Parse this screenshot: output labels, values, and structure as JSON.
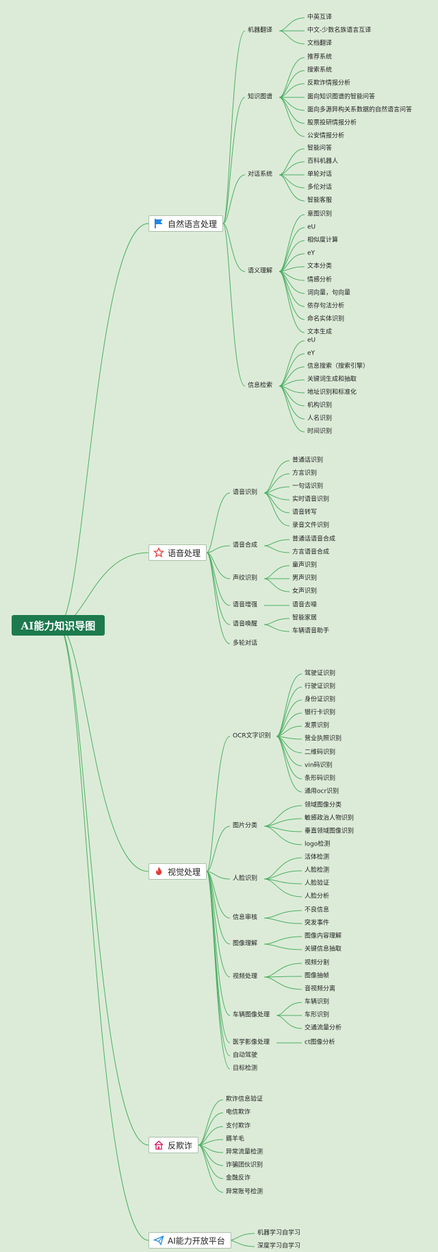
{
  "root": "AI能力知识导图",
  "branches": [
    {
      "label": "自然语言处理",
      "icon": "flag-icon",
      "children": [
        {
          "label": "机器翻译",
          "children": [
            "中英互译",
            "中文-少数名族语言互译",
            "文档翻译"
          ]
        },
        {
          "label": "知识图谱",
          "children": [
            "推荐系统",
            "搜索系统",
            "反欺诈情报分析",
            "面向知识图谱的智能问答",
            "面向多源异构关系数据的自然语言问答",
            "股票投研情报分析",
            "公安情报分析"
          ]
        },
        {
          "label": "对话系统",
          "children": [
            "智能问答",
            "百科机器人",
            "单轮对话",
            "多伦对话",
            "智能客服"
          ]
        },
        {
          "label": "语义理解",
          "children": [
            "意图识别",
            "eU",
            "相似度计算",
            "eY",
            "文本分类",
            "情感分析",
            "词向量，句向量",
            "依存句法分析",
            "命名实体识别",
            "文本生成"
          ]
        },
        {
          "label": "信息检索",
          "children": [
            "eU",
            "eY",
            "信息搜索（搜索引擎）",
            "关键词生成和抽取",
            "地址识别和标准化",
            "机构识别",
            "人名识别",
            "时间识别"
          ]
        }
      ]
    },
    {
      "label": "语音处理",
      "icon": "star-icon",
      "children": [
        {
          "label": "语音识别",
          "children": [
            "普通话识别",
            "方言识别",
            "一句话识别",
            "实时语音识别",
            "语音转写",
            "录音文件识别"
          ]
        },
        {
          "label": "语音合成",
          "children": [
            "普通话语音合成",
            "方言语音合成"
          ]
        },
        {
          "label": "声纹识别",
          "children": [
            "童声识别",
            "男声识别",
            "女声识别"
          ]
        },
        {
          "label": "语音增强",
          "children": [
            "语音去噪"
          ]
        },
        {
          "label": "语音唤醒",
          "children": [
            "智能家居",
            "车辆语音助手"
          ]
        },
        {
          "label": "多轮对话",
          "children": []
        }
      ]
    },
    {
      "label": "视觉处理",
      "icon": "fire-icon",
      "children": [
        {
          "label": "OCR文字识别",
          "children": [
            "驾驶证识别",
            "行驶证识别",
            "身份证识别",
            "银行卡识别",
            "发票识别",
            "营业执照识别",
            "二维码识别",
            "vin码识别",
            "条形码识别",
            "通用ocr识别"
          ]
        },
        {
          "label": "图片分类",
          "children": [
            "领域图像分类",
            "敏感政治人物识别",
            "垂直领域图像识别",
            "logo检测"
          ]
        },
        {
          "label": "人脸识别",
          "children": [
            "活体检测",
            "人脸检测",
            "人脸验证",
            "人脸分析"
          ]
        },
        {
          "label": "信息审核",
          "children": [
            "不良信息",
            "突发事件"
          ]
        },
        {
          "label": "图像理解",
          "children": [
            "图像内容理解",
            "关键信息抽取"
          ]
        },
        {
          "label": "视频处理",
          "children": [
            "视频分割",
            "图像抽帧",
            "音视频分离"
          ]
        },
        {
          "label": "车辆图像处理",
          "children": [
            "车辆识别",
            "车形识别",
            "交通流量分析"
          ]
        },
        {
          "label": "医学影像处理",
          "children": [
            "ct图像分析"
          ]
        },
        {
          "label": "自动驾驶",
          "children": []
        },
        {
          "label": "目标检测",
          "children": []
        }
      ]
    },
    {
      "label": "反欺诈",
      "icon": "home-icon",
      "children": [
        {
          "label": "欺诈信息验证",
          "children": []
        },
        {
          "label": "电信欺诈",
          "children": []
        },
        {
          "label": "支付欺诈",
          "children": []
        },
        {
          "label": "薅羊毛",
          "children": []
        },
        {
          "label": "异常流量检测",
          "children": []
        },
        {
          "label": "诈骗团伙识别",
          "children": []
        },
        {
          "label": "金融反诈",
          "children": []
        },
        {
          "label": "异常账号检测",
          "children": []
        }
      ]
    },
    {
      "label": "AI能力开放平台",
      "icon": "send-icon",
      "children": [
        {
          "label": "机器学习自学习",
          "children": []
        },
        {
          "label": "深度学习自学习",
          "children": []
        }
      ]
    }
  ],
  "colors": {
    "background": "#dcebd8",
    "line": "#4caf63",
    "root": "#1c7a4e"
  }
}
